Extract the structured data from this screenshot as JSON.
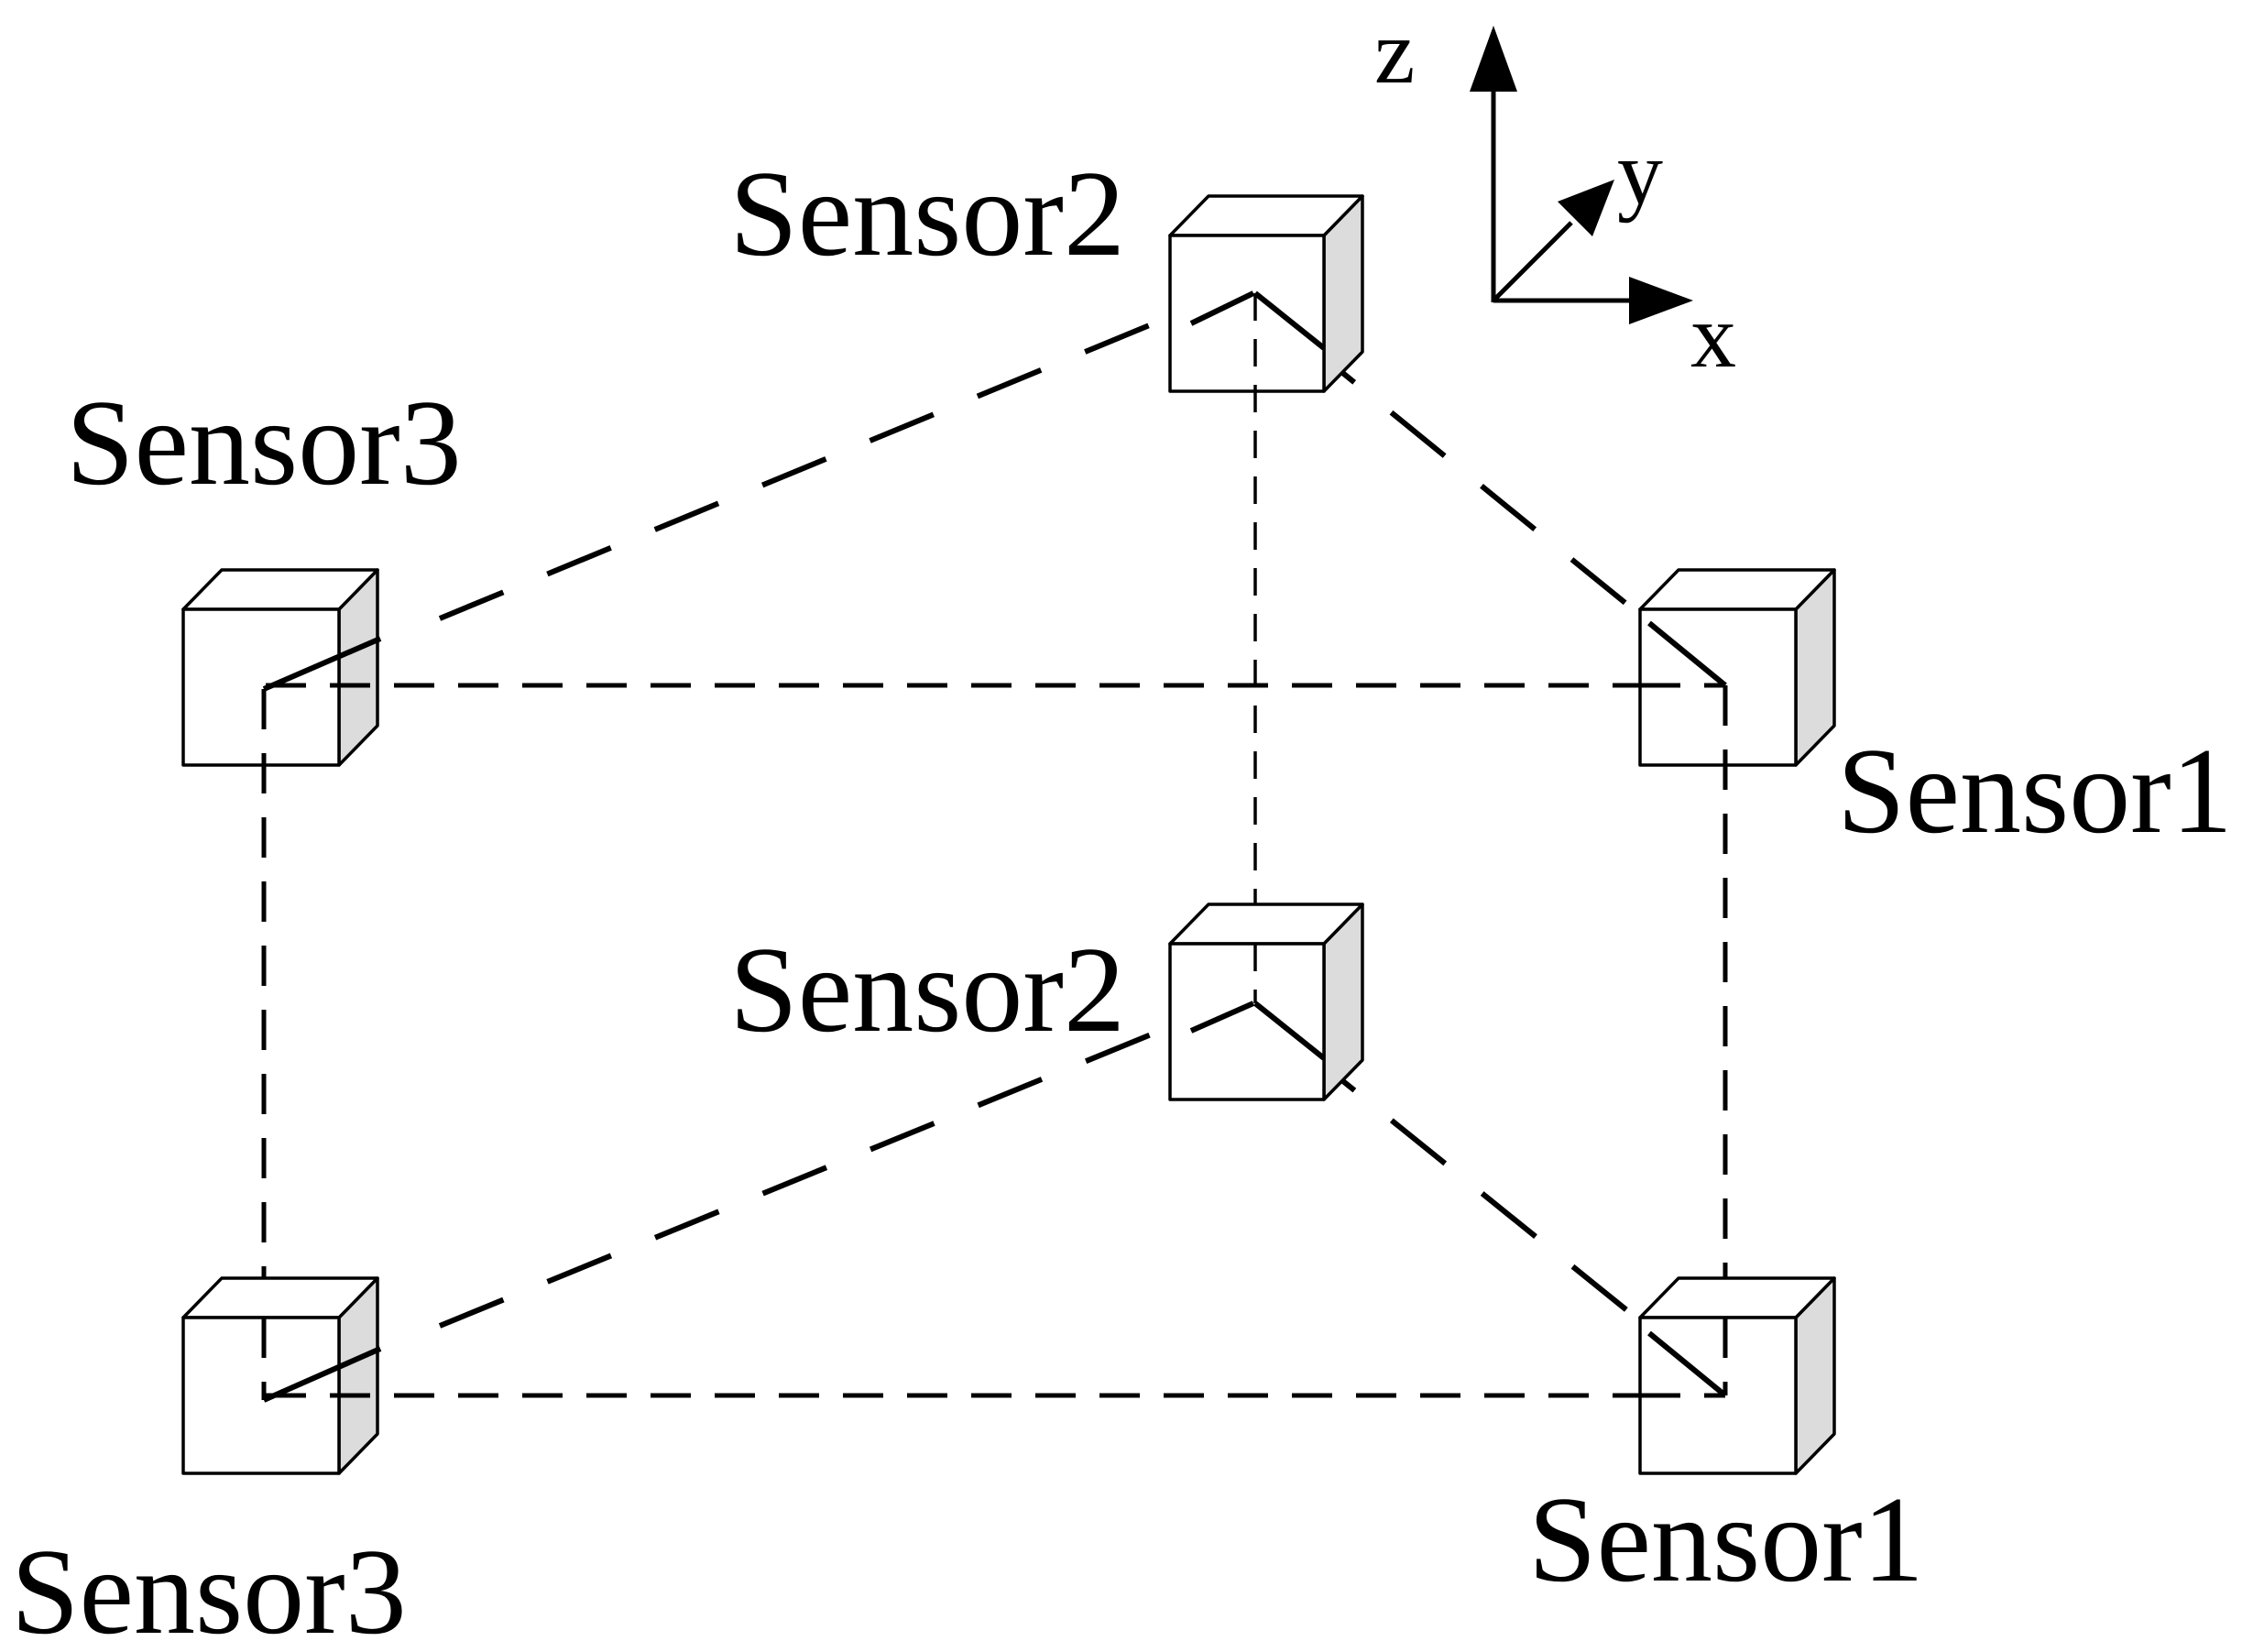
{
  "sensors": {
    "top_sensor1": "Sensor1",
    "top_sensor2": "Sensor2",
    "top_sensor3": "Sensor3",
    "bottom_sensor1": "Sensor1",
    "bottom_sensor2": "Sensor2",
    "bottom_sensor3": "Sensor3"
  },
  "axes": {
    "x": "x",
    "y": "y",
    "z": "z"
  },
  "colors": {
    "line": "#000000",
    "cube_face": "#ffffff",
    "cube_side": "#dcdcdc"
  }
}
